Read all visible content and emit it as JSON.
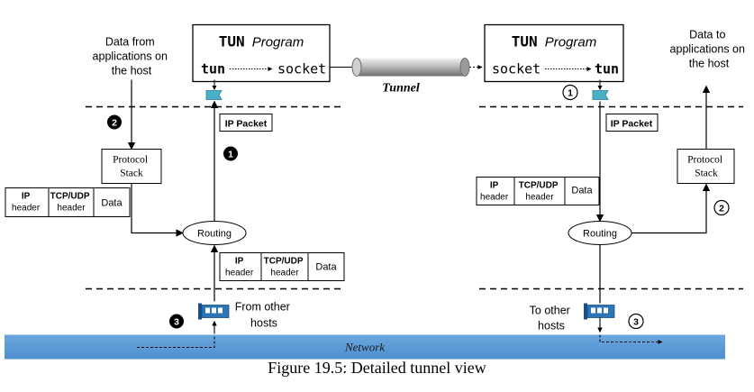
{
  "left": {
    "program": {
      "bold": "TUN",
      "italic": "Program",
      "from": "tun",
      "to": "socket"
    },
    "data_note": [
      "Data from",
      "applications on",
      "the host"
    ],
    "ip_packet": "IP Packet",
    "protocol_stack": [
      "Protocol",
      "Stack"
    ],
    "routing": "Routing",
    "packet_a": {
      "ip": [
        "IP",
        "header"
      ],
      "tcp": [
        "TCP/UDP",
        "header"
      ],
      "data": "Data"
    },
    "packet_b": {
      "ip": [
        "IP",
        "header"
      ],
      "tcp": [
        "TCP/UDP",
        "header"
      ],
      "data": "Data"
    },
    "nic_note": [
      "From other",
      "hosts"
    ],
    "steps": [
      "1",
      "2",
      "3"
    ]
  },
  "right": {
    "program": {
      "bold": "TUN",
      "italic": "Program",
      "from": "socket",
      "to": "tun"
    },
    "data_note": [
      "Data to",
      "applications on",
      "the host"
    ],
    "ip_packet": "IP Packet",
    "protocol_stack": [
      "Protocol",
      "Stack"
    ],
    "routing": "Routing",
    "packet": {
      "ip": [
        "IP",
        "header"
      ],
      "tcp": [
        "TCP/UDP",
        "header"
      ],
      "data": "Data"
    },
    "nic_note": [
      "To other",
      "hosts"
    ],
    "steps": [
      "1",
      "2",
      "3"
    ]
  },
  "tunnel_label": "Tunnel",
  "network_label": "Network",
  "caption": "Figure 19.5: Detailed tunnel view",
  "colors": {
    "network": "#5b9bd5",
    "tun_flag": "#4ab0c8",
    "nic": "#2e75b6",
    "tunnel_pipe": "#9e9e9e"
  }
}
